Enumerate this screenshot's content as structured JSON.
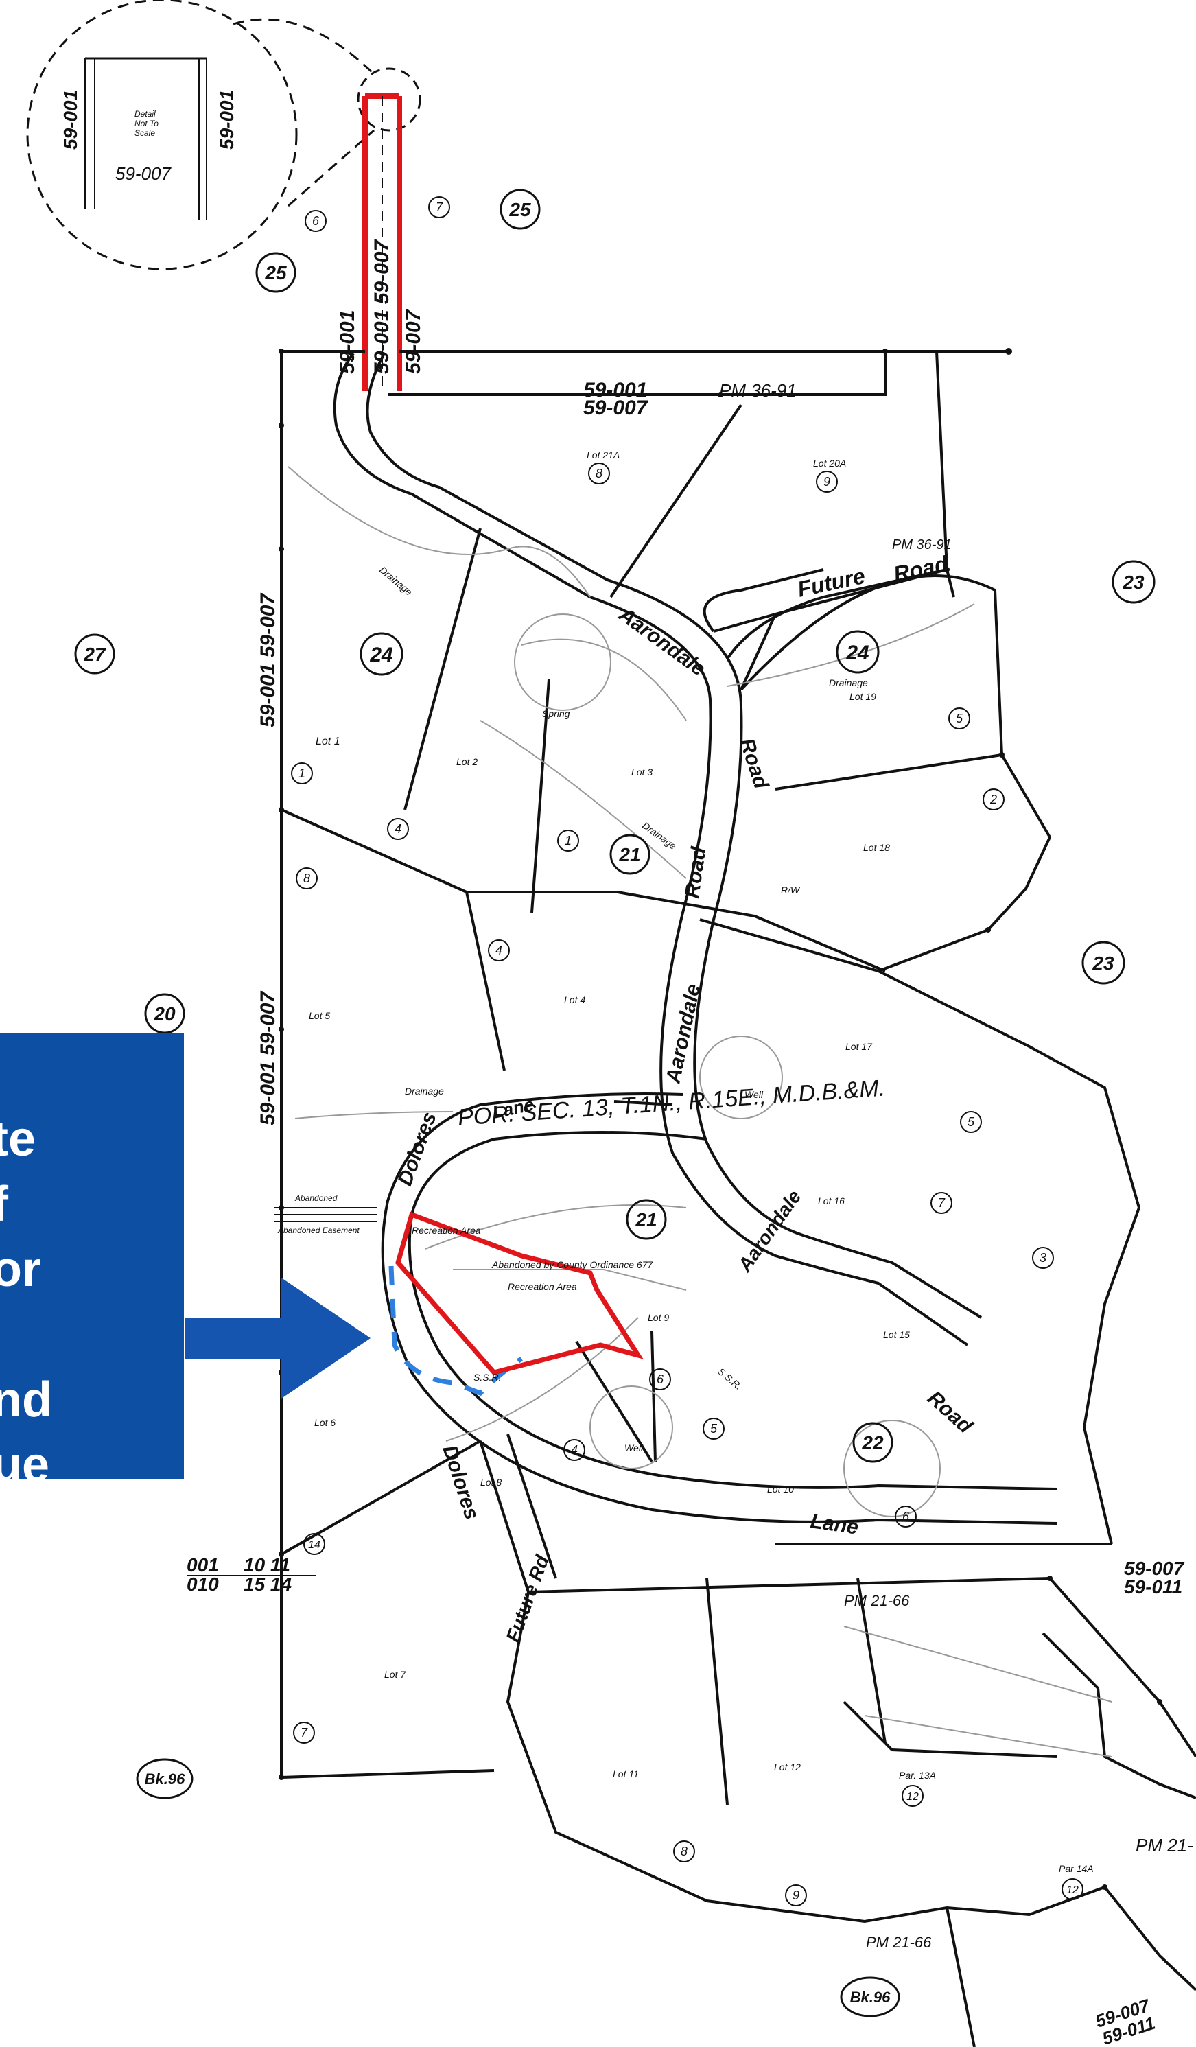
{
  "colors": {
    "highlight": "#e0161b",
    "dashed_boundary": "#2d7fe0",
    "callout_bg": "#0d4fa3",
    "arrow": "#1555b0",
    "line": "#111111"
  },
  "callout": {
    "lines": [
      "te",
      "f",
      "or",
      "",
      "nd",
      "ue"
    ]
  },
  "detail_inset": {
    "top_left": "59-001",
    "top_right": "59-001",
    "bottom": "59-007",
    "note": "Detail\nNot To\nScale"
  },
  "parcel_circles": [
    "25",
    "25",
    "27",
    "24",
    "24",
    "21",
    "21",
    "20",
    "23",
    "23",
    "22",
    "Bk.96",
    "Bk.96"
  ],
  "lot_numbers": [
    "6",
    "7",
    "8",
    "9",
    "1",
    "4",
    "5",
    "2",
    "1",
    "4",
    "8",
    "5",
    "7",
    "3",
    "6",
    "5",
    "4",
    "14",
    "7",
    "8",
    "9",
    "12",
    "12",
    "6"
  ],
  "book_refs": {
    "vertical_left": "59-001\n59-007",
    "vertical_left_lower": "59-001\n59-007",
    "vertical_upper": "59-001\n59-007",
    "vertical_upper2": "59-007\n59-001",
    "pm_top": "59-001",
    "pm_top2": "59-007",
    "pm_top_label": "PM 36-91",
    "pm_right": "PM 36-91",
    "right_a": "59-007",
    "right_b": "59-011",
    "bottom_right_a": "59-007",
    "bottom_right_b": "59-011",
    "left_a": "001",
    "left_b": "010",
    "left_c": "10 11",
    "left_d": "15 14",
    "pm_21_66": "PM 21-66",
    "pm_21_bot": "PM 21-66",
    "pm_21_right": "PM 21-"
  },
  "roads": {
    "future_road": "Future",
    "future_road2": "Road",
    "aarondale_upper": "Aarondale",
    "aarondale_road": "Road",
    "aarondale_mid": "Aarondale",
    "aarondale_lower": "Aarondale",
    "road_lower": "Road",
    "dolores_upper": "Dolores",
    "lane_upper": "Lane",
    "dolores_lower": "Dolores",
    "lane_lower": "Lane",
    "future_rd": "Future Rd."
  },
  "section_label": "POR. SEC. 13,   T.1N., R.15E., M.D.B.&M.",
  "lots": [
    "Lot 1",
    "Lot 2",
    "Lot 3",
    "Lot 4",
    "Lot 5",
    "Lot 6",
    "Lot 7",
    "Lot 8",
    "Lot 9",
    "Lot 10",
    "Lot 11",
    "Lot 12",
    "Lot 15",
    "Lot 16",
    "Lot 17",
    "Lot 18",
    "Lot 19",
    "Lot 21A",
    "Lot 20A",
    "Par. 13A",
    "Par 14A",
    "Recreation Area"
  ],
  "feature_labels": [
    "Drainage",
    "Drainage",
    "Drainage",
    "Drainage",
    "Spring",
    "Well",
    "Well",
    "S.S.R.",
    "S.S.R.",
    "R/W",
    "Abandoned",
    "Abandoned Easement",
    "Recreation Area",
    "Abandoned by County Ordinance 677"
  ]
}
